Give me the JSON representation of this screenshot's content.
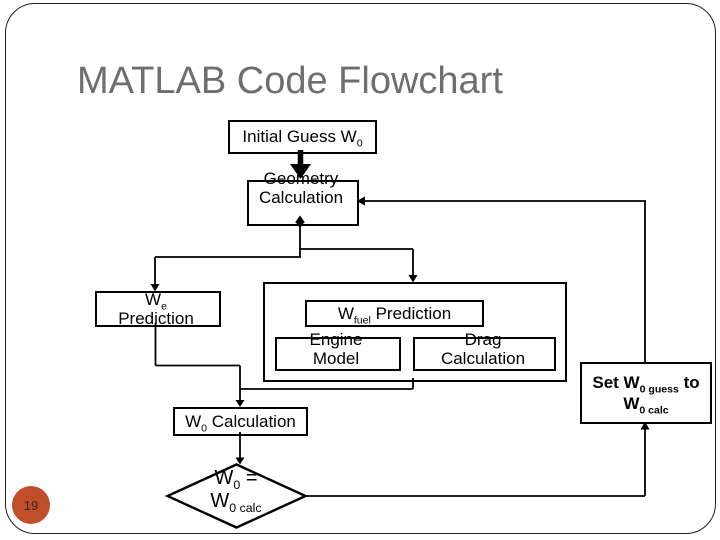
{
  "slide": {
    "title": "MATLAB Code Flowchart",
    "page_number": "19",
    "colors": {
      "title_text": "#6E6E6E",
      "badge_bg": "#C04E2B",
      "badge_text": "#3A2A1E",
      "line": "#000000",
      "background": "#FFFFFF"
    }
  },
  "fc": {
    "initial_guess": {
      "t1": "Initial Guess W",
      "s1": "0"
    },
    "geometry": {
      "l1": "Geometry",
      "l2": "Calculation"
    },
    "we": {
      "t1": "W",
      "s1": "e",
      "l2": "Prediction"
    },
    "wfuel": {
      "t1": "W",
      "s1": "fuel",
      "t2": " Prediction"
    },
    "engine": {
      "l1": "Engine",
      "l2": "Model"
    },
    "drag": {
      "l1": "Drag",
      "l2": "Calculation"
    },
    "w0calc": {
      "t1": "W",
      "s1": "0",
      "t2": " Calculation"
    },
    "decision": {
      "t1": "W",
      "s1": "0",
      "t2": " =",
      "t3": "W",
      "s3": "0 calc"
    },
    "set": {
      "t1": "Set W",
      "s1": "0 guess",
      "t2": " to",
      "t3": "W",
      "s3": "0 calc"
    },
    "edges": [
      "initial_guess -> geometry",
      "geometry -> we_prediction",
      "geometry -> fuel_group",
      "we_prediction -> w0_calculation",
      "fuel_group -> w0_calculation",
      "w0_calculation -> decision",
      "decision -> set_w0_guess",
      "set_w0_guess -> geometry"
    ]
  }
}
